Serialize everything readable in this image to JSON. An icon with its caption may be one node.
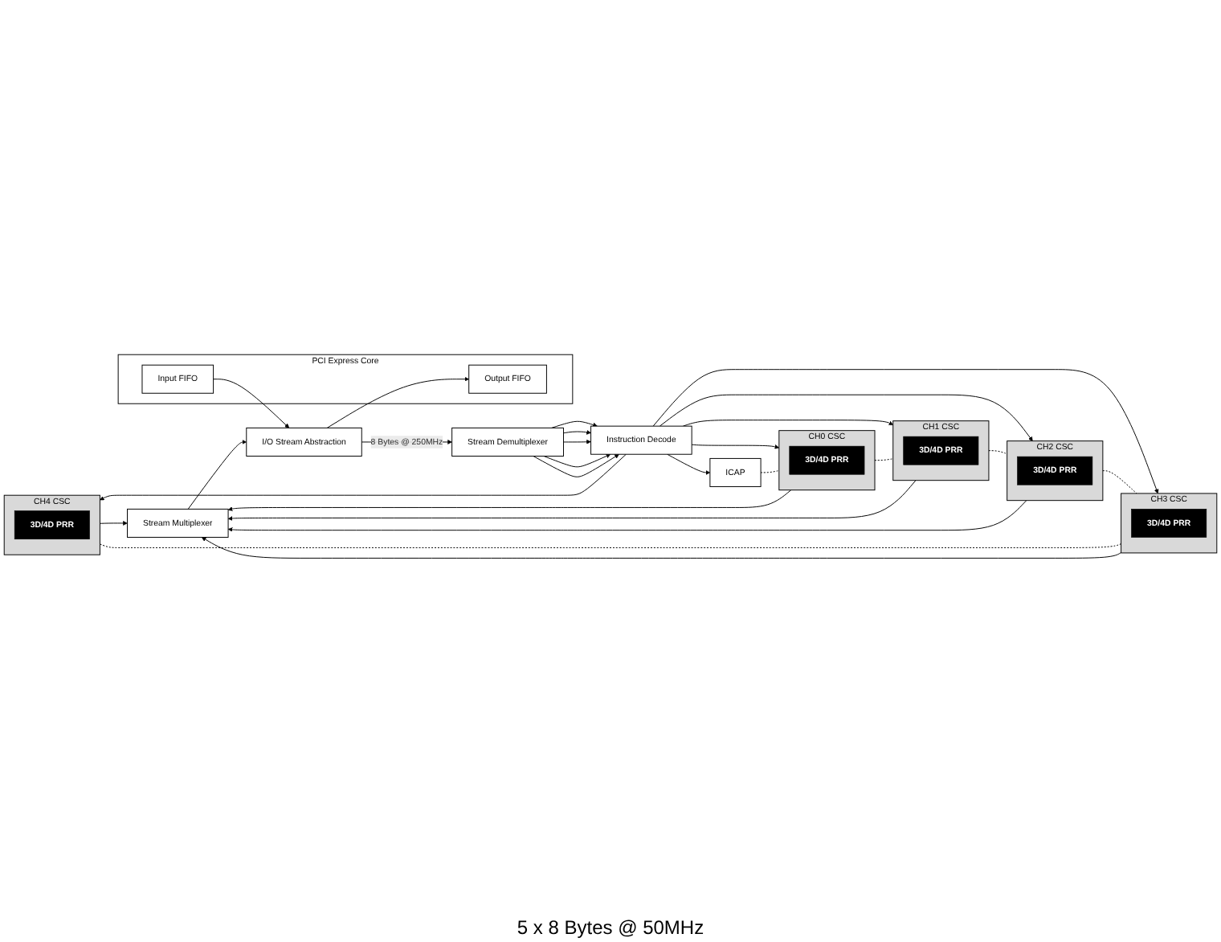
{
  "diagram": {
    "nodes": [
      {
        "text": [
          "ICAP"
        ]
      },
      {
        "text": [
          "Stream Demultiplexer"
        ]
      },
      {
        "text": [
          "Instruction Decode"
        ]
      },
      {
        "text": [
          "CH0 CSC"
        ]
      },
      {
        "text": [
          "3D/4D PRR"
        ],
        "in": 3
      },
      {
        "text": [
          "CH1 CSC"
        ]
      },
      {
        "text": [
          "3D/4D PRR"
        ],
        "in": 5
      },
      {
        "text": [
          "CH2 CSC"
        ]
      },
      {
        "text": [
          "3D/4D PRR"
        ],
        "in": 7
      },
      {
        "text": [
          "CH3 CSC"
        ]
      },
      {
        "text": [
          "3D/4D PRR"
        ],
        "in": 9
      },
      {
        "text": [
          "CH4 CSC"
        ]
      },
      {
        "text": [
          "3D/4D PRR"
        ],
        "in": 11
      },
      {
        "text": [
          "Stream Multiplexer"
        ]
      },
      {
        "text": [
          "I/O Stream Abstraction"
        ]
      },
      {
        "text": [
          "PCI Express Core"
        ]
      },
      {
        "text": [
          "Input FIFO"
        ],
        "in": 15
      },
      {
        "text": [
          "Output FIFO"
        ],
        "in": 15
      }
    ],
    "edges": [
      {
        "from": 14,
        "to": 1,
        "arrow": "to",
        "label": "8 Bytes @ 250MHz"
      },
      {
        "from": 1,
        "to": 2,
        "arrow": "to"
      },
      {
        "from": 1,
        "to": 2,
        "arrow": "to"
      },
      {
        "from": 1,
        "to": 2,
        "arrow": "to"
      },
      {
        "from": 1,
        "to": 2,
        "arrow": "to"
      },
      {
        "from": 1,
        "to": 2,
        "arrow": "to"
      },
      {
        "from": 2,
        "to": 0,
        "arrow": "to"
      },
      {
        "from": 2,
        "to": 3,
        "arrow": "to"
      },
      {
        "from": 2,
        "to": 5,
        "arrow": "to"
      },
      {
        "from": 2,
        "to": 7,
        "arrow": "to"
      },
      {
        "from": 2,
        "to": 9,
        "arrow": "to"
      },
      {
        "from": 2,
        "to": 11,
        "arrow": "to"
      },
      {
        "from": 0,
        "to": 3,
        "arrow": "none",
        "style": "dashed"
      },
      {
        "from": 3,
        "to": 5,
        "arrow": "none",
        "style": "dashed"
      },
      {
        "from": 5,
        "to": 7,
        "arrow": "none",
        "style": "dashed"
      },
      {
        "from": 7,
        "to": 9,
        "arrow": "none",
        "style": "dashed"
      },
      {
        "from": 9,
        "to": 11,
        "arrow": "none",
        "style": "dashed"
      },
      {
        "from": 3,
        "to": 13,
        "arrow": "to"
      },
      {
        "from": 5,
        "to": 13,
        "arrow": "to"
      },
      {
        "from": 7,
        "to": 13,
        "arrow": "to"
      },
      {
        "from": 9,
        "to": 13,
        "arrow": "to"
      },
      {
        "from": 11,
        "to": 13,
        "arrow": "to"
      },
      {
        "from": 13,
        "to": 14,
        "arrow": "to"
      },
      {
        "from": 16,
        "to": 14,
        "arrow": "to"
      },
      {
        "from": 14,
        "to": 17,
        "arrow": "to"
      }
    ],
    "labels": [
      "5 x 8 Bytes @ 50MHz"
    ]
  }
}
